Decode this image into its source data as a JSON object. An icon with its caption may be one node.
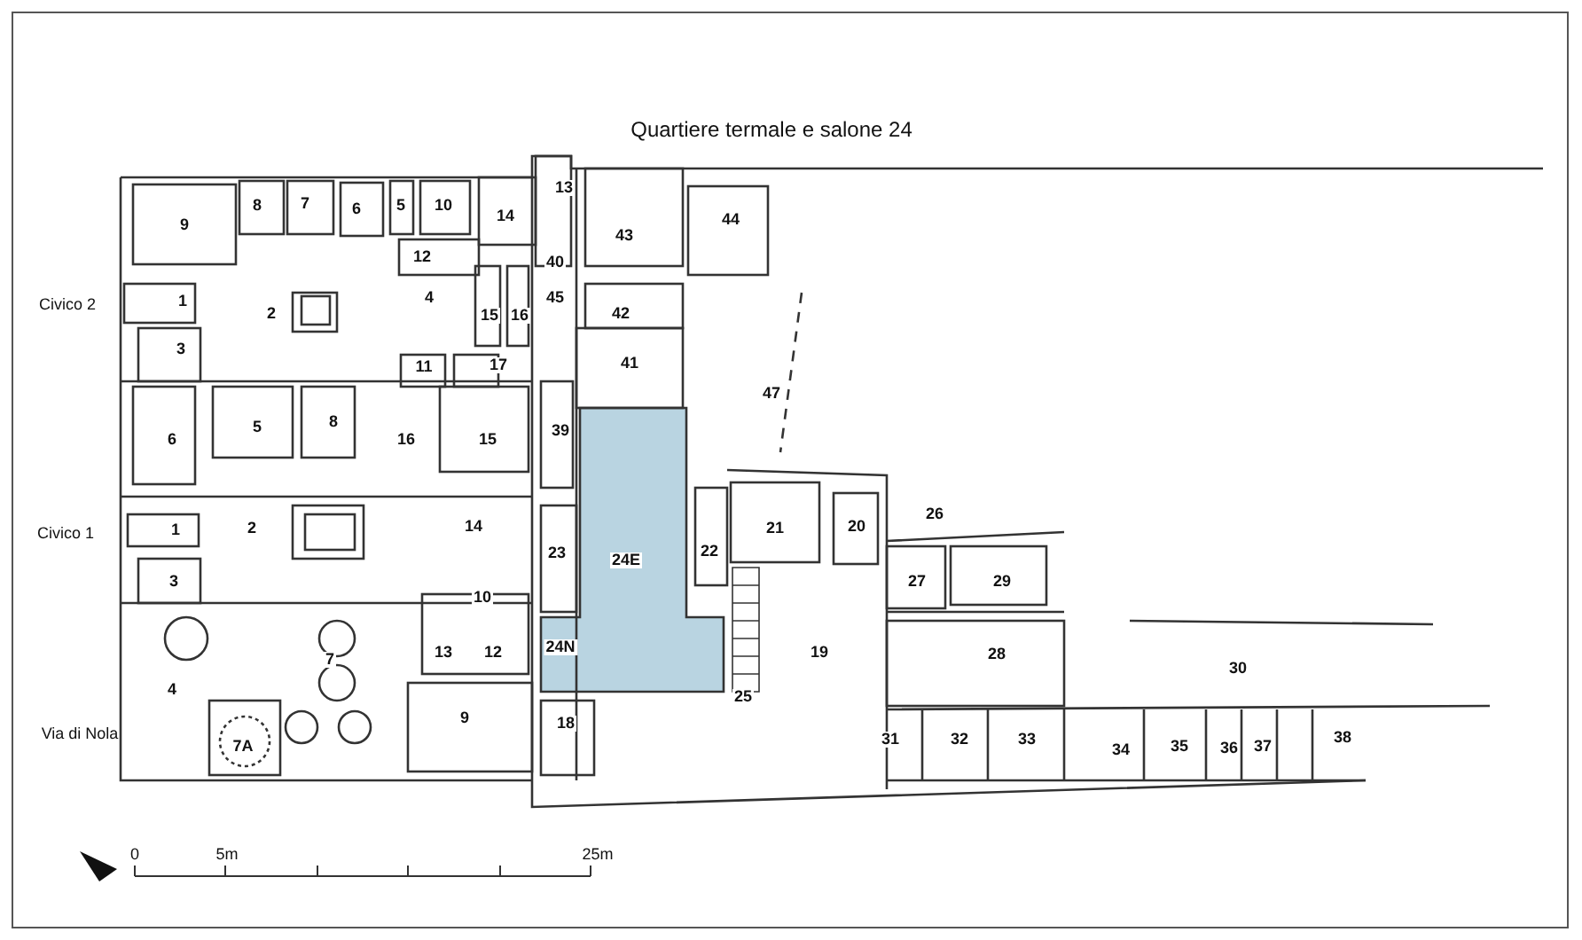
{
  "diagram": {
    "title": "Quartiere termale e salone 24",
    "labels": [
      "9",
      "8",
      "7",
      "6",
      "5",
      "10",
      "14",
      "13",
      "43",
      "44",
      "12",
      "40",
      "45",
      "Civico 2",
      "1",
      "2",
      "4",
      "15",
      "16",
      "42",
      "3",
      "11",
      "17",
      "41",
      "47",
      "6",
      "5",
      "8",
      "16",
      "15",
      "39",
      "26",
      "21",
      "20",
      "Civico 1",
      "1",
      "2",
      "14",
      "23",
      "24E",
      "22",
      "3",
      "27",
      "29",
      "10",
      "24N",
      "19",
      "28",
      "30",
      "7",
      "13",
      "12",
      "4",
      "25",
      "Via di Nola",
      "9",
      "18",
      "31",
      "32",
      "33",
      "34",
      "35",
      "36",
      "37",
      "38",
      "7A",
      "0",
      "5m",
      "25m"
    ]
  }
}
